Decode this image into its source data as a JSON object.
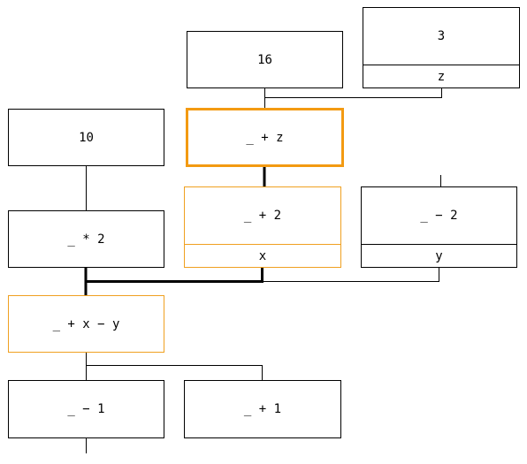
{
  "nodes": {
    "n16": {
      "expr": "16"
    },
    "n3": {
      "expr": "3",
      "var": "z"
    },
    "n10": {
      "expr": "10"
    },
    "add_z": {
      "expr": "_ + z"
    },
    "add_2": {
      "expr": "_ + 2",
      "var": "x"
    },
    "sub_2": {
      "expr": "_ − 2",
      "var": "y"
    },
    "mul_2": {
      "expr": "_ * 2"
    },
    "add_x_y": {
      "expr": "_ + x − y"
    },
    "minus_1": {
      "expr": "_ − 1"
    },
    "plus_1": {
      "expr": "_ + 1"
    }
  },
  "colors": {
    "selected_border": "#f39a12",
    "highlight_border": "#f0a020",
    "wire": "#000000"
  }
}
